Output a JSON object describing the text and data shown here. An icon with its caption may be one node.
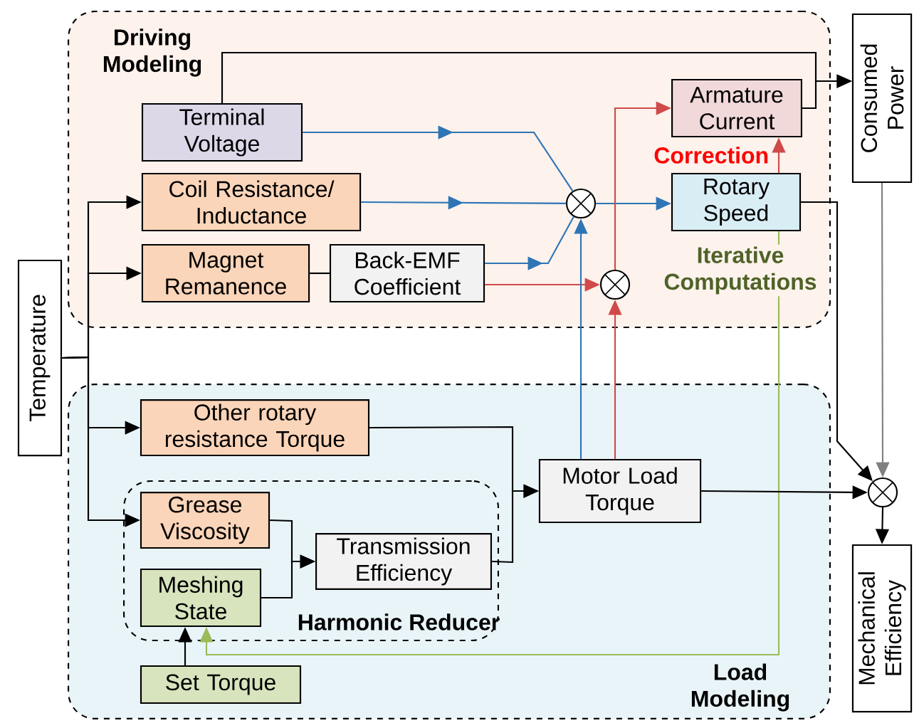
{
  "diagram": {
    "nodes": [
      {
        "text": [
          "Driving Modeling"
        ]
      },
      {
        "text": [
          "Load Modeling"
        ]
      },
      {
        "text": [
          "Harmonic Reducer"
        ],
        "in": 1
      },
      {
        "text": [
          "Temperature"
        ]
      },
      {
        "text": [
          "Terminal Voltage"
        ],
        "in": 0
      },
      {
        "text": [
          "Coil Resistance/ Inductance"
        ],
        "in": 0
      },
      {
        "text": [
          "Magnet Remanence"
        ],
        "in": 0
      },
      {
        "text": [
          "Back-EMF Coefficient"
        ],
        "in": 0
      },
      {
        "text": [],
        "shape": "circle",
        "in": 0
      },
      {
        "text": [],
        "shape": "circle",
        "in": 0
      },
      {
        "text": [
          "Armature Current"
        ],
        "in": 0
      },
      {
        "text": [
          "Rotary Speed"
        ],
        "in": 0
      },
      {
        "text": [
          "Consumed Power"
        ]
      },
      {
        "text": [
          "Other rotary resistance Torque"
        ],
        "in": 1
      },
      {
        "text": [
          "Grease Viscosity"
        ],
        "in": 2
      },
      {
        "text": [
          "Meshing State"
        ],
        "in": 2
      },
      {
        "text": [
          "Transmission Efficiency"
        ],
        "in": 2
      },
      {
        "text": [
          "Set Torque"
        ],
        "in": 1
      },
      {
        "text": [
          "Motor Load Torque"
        ],
        "in": 1
      },
      {
        "text": [],
        "shape": "circle"
      },
      {
        "text": [
          "Mechanical Efficiency"
        ]
      }
    ],
    "edges": [
      {
        "from": 3,
        "to": 5,
        "arrow": "to"
      },
      {
        "from": 3,
        "to": 6,
        "arrow": "to"
      },
      {
        "from": 3,
        "to": 13,
        "arrow": "to"
      },
      {
        "from": 3,
        "to": 14,
        "arrow": "to"
      },
      {
        "from": 4,
        "to": 12,
        "arrow": "to"
      },
      {
        "from": 10,
        "to": 12,
        "arrow": "to"
      },
      {
        "from": 4,
        "to": 8,
        "arrow": "to",
        "color": "#2e75b6"
      },
      {
        "from": 5,
        "to": 8,
        "arrow": "to",
        "color": "#2e75b6"
      },
      {
        "from": 7,
        "to": 8,
        "arrow": "to",
        "color": "#2e75b6"
      },
      {
        "from": 6,
        "to": 7,
        "arrow": "none"
      },
      {
        "from": 7,
        "to": 9,
        "arrow": "to",
        "color": "#d04a4a"
      },
      {
        "from": 8,
        "to": 11,
        "arrow": "to",
        "color": "#2e75b6"
      },
      {
        "from": 18,
        "to": 8,
        "arrow": "to",
        "color": "#2e75b6"
      },
      {
        "from": 18,
        "to": 9,
        "arrow": "to",
        "color": "#d04a4a"
      },
      {
        "from": 9,
        "to": 10,
        "arrow": "to",
        "color": "#d04a4a"
      },
      {
        "from": 11,
        "to": 10,
        "arrow": "to",
        "color": "#d04a4a",
        "label": "Correction"
      },
      {
        "from": 11,
        "to": 15,
        "arrow": "to",
        "color": "#9bbb59"
      },
      {
        "from": 11,
        "to": 19,
        "arrow": "to"
      },
      {
        "from": 12,
        "to": 19,
        "arrow": "to",
        "color": "#808080"
      },
      {
        "from": 18,
        "to": 19,
        "arrow": "to"
      },
      {
        "from": 19,
        "to": 20,
        "arrow": "to"
      },
      {
        "from": 13,
        "to": 18,
        "arrow": "to"
      },
      {
        "from": 16,
        "to": 18,
        "arrow": "to"
      },
      {
        "from": 14,
        "to": 16,
        "arrow": "to"
      },
      {
        "from": 15,
        "to": 16,
        "arrow": "to"
      },
      {
        "from": 17,
        "to": 15,
        "arrow": "to"
      }
    ],
    "labels": [
      "Iterative Computations"
    ]
  }
}
